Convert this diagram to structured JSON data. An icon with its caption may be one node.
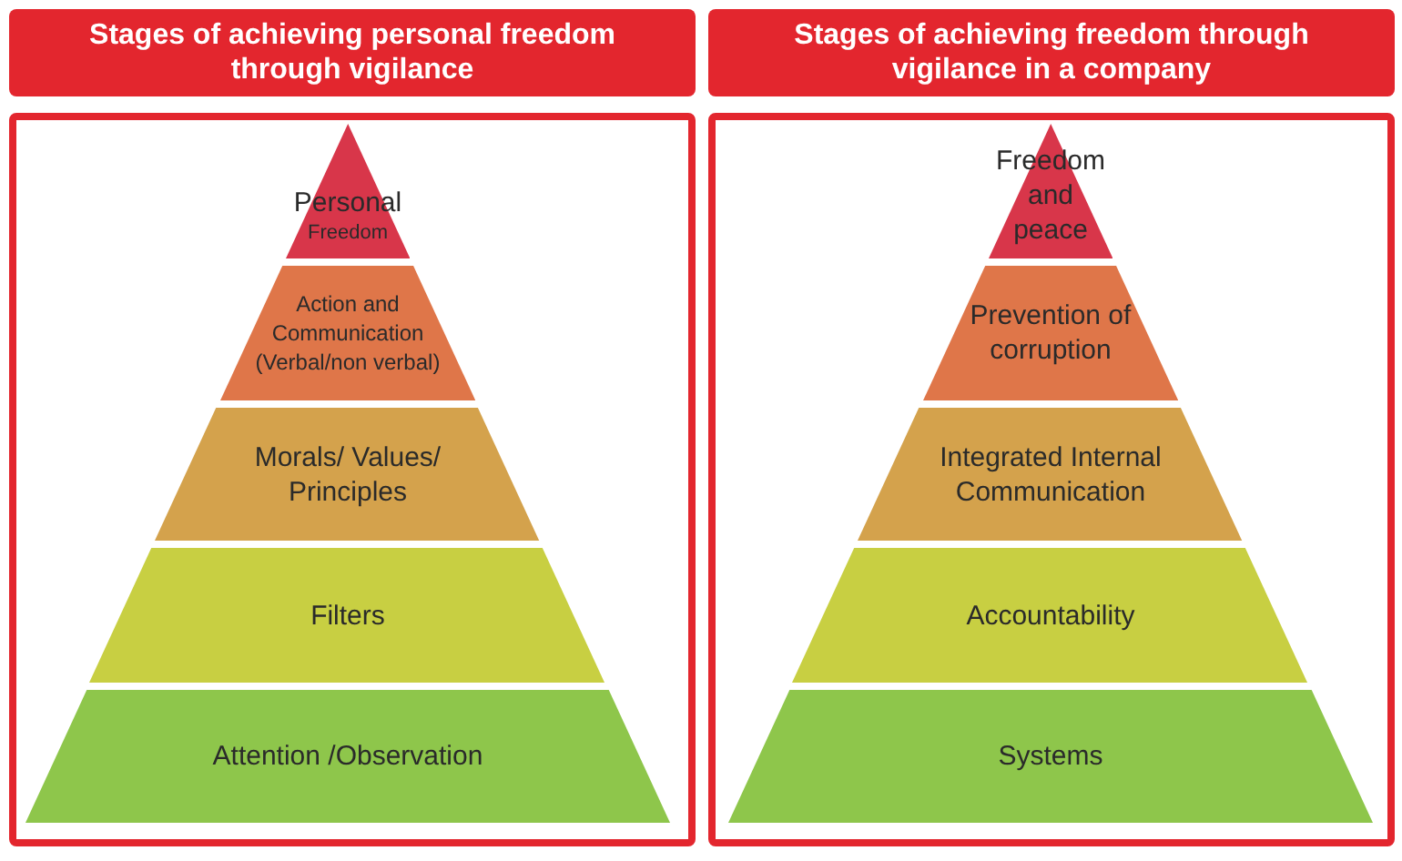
{
  "diagram": {
    "nodes": [
      {
        "text": [
          "Stages of achieving personal freedom through vigilance"
        ]
      },
      {
        "text": [
          "Personal",
          "Freedom"
        ],
        "in": 0
      },
      {
        "text": [
          "Action and Communication (Verbal/non verbal)"
        ],
        "in": 0
      },
      {
        "text": [
          "Morals/ Values/ Principles"
        ],
        "in": 0
      },
      {
        "text": [
          "Filters"
        ],
        "in": 0
      },
      {
        "text": [
          "Attention /Observation"
        ],
        "in": 0
      },
      {
        "text": [
          "Stages of achieving freedom through vigilance in a company"
        ]
      },
      {
        "text": [
          "Freedom and peace"
        ],
        "in": 6
      },
      {
        "text": [
          "Prevention of corruption"
        ],
        "in": 6
      },
      {
        "text": [
          "Integrated Internal Communication"
        ],
        "in": 6
      },
      {
        "text": [
          "Accountability"
        ],
        "in": 6
      },
      {
        "text": [
          "Systems"
        ],
        "in": 6
      }
    ],
    "edges": []
  }
}
